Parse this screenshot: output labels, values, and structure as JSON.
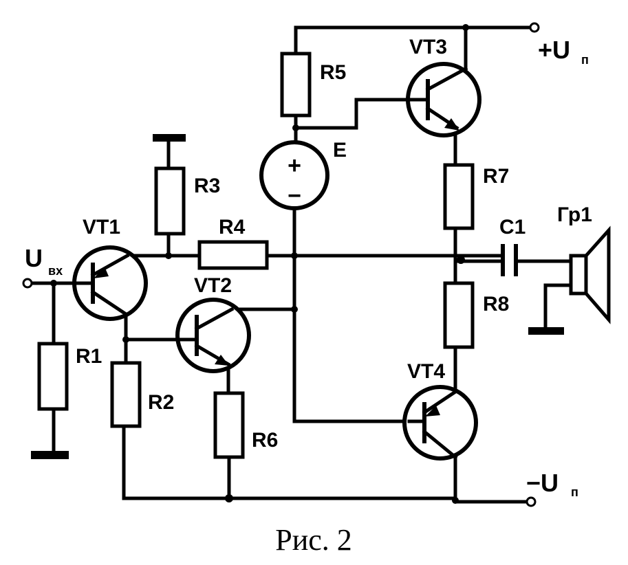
{
  "figure": {
    "caption": "Рис. 2"
  },
  "components": {
    "R1": "R1",
    "R2": "R2",
    "R3": "R3",
    "R4": "R4",
    "R5": "R5",
    "R6": "R6",
    "R7": "R7",
    "R8": "R8",
    "VT1": "VT1",
    "VT2": "VT2",
    "VT3": "VT3",
    "VT4": "VT4",
    "C1": "C1",
    "E": "E",
    "speaker": "Гр1"
  },
  "terminals": {
    "input_main": "U",
    "input_sub": "вх",
    "plus_supply_main": "+U",
    "plus_supply_sub": "п",
    "minus_supply_main": "−U",
    "minus_supply_sub": "п"
  },
  "source_signs": {
    "plus": "+",
    "minus": "−"
  }
}
